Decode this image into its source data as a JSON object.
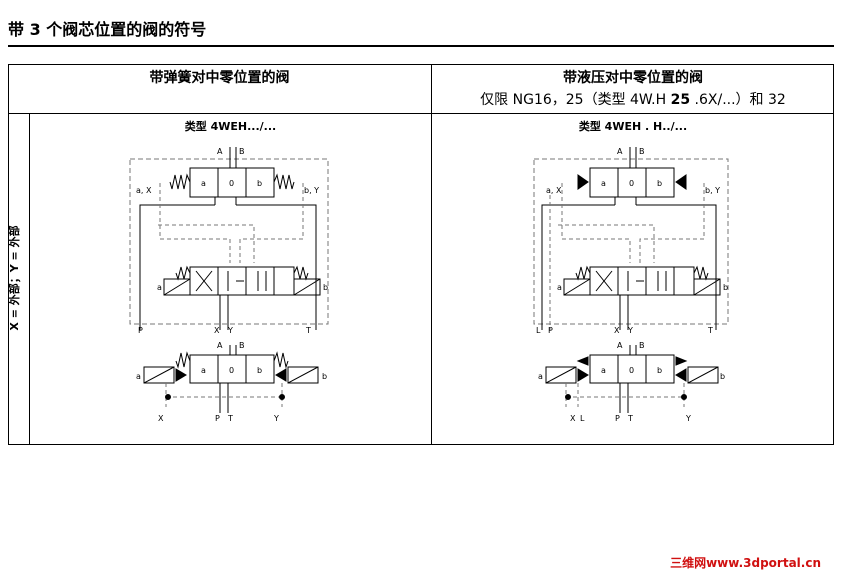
{
  "page_title": "带 3 个阀芯位置的阀的符号",
  "table": {
    "col1_header": "带弹簧对中零位置的阀",
    "col2_header_line1": "带液压对中零位置的阀",
    "col2_header_line2_pre": "仅限 NG16，25（类型 4W.H ",
    "col2_header_line2_bold": "25",
    "col2_header_line2_post": " .6X/...）和 32",
    "row_label": "X = 外部；Y = 外部",
    "col1_caption": "类型 4WEH.../...",
    "col2_caption": "类型 4WEH . H../..."
  },
  "symbols": {
    "pos_a": "a",
    "pos_0": "0",
    "pos_b": "b",
    "port_A": "A",
    "port_B": "B",
    "port_P": "P",
    "port_T": "T",
    "port_X": "X",
    "port_Y": "Y",
    "port_L": "L",
    "pilot_aX": "a, X",
    "pilot_bY": "b, Y",
    "solenoid_a": "a",
    "solenoid_b": "b"
  },
  "watermark": "三维网www.3dportal.cn"
}
